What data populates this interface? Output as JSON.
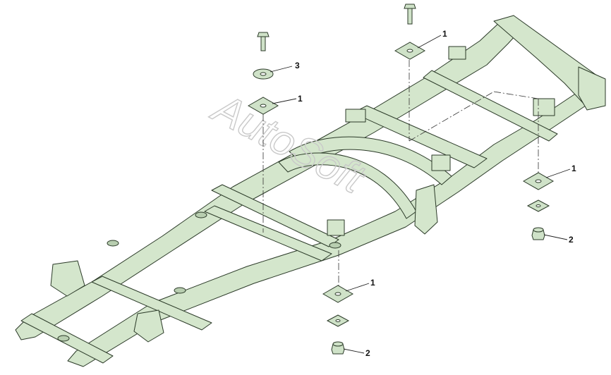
{
  "diagram": {
    "watermark_text": "AutoSoft",
    "colors": {
      "frame_fill": "#d4e6cc",
      "frame_stroke": "#2b3a28",
      "part_fill": "#cfe2c8",
      "leader": "#222222",
      "centerline": "#333333"
    },
    "callouts": [
      {
        "id": "c1",
        "label": "1"
      },
      {
        "id": "c2",
        "label": "3"
      },
      {
        "id": "c3",
        "label": "1"
      },
      {
        "id": "c4",
        "label": "1"
      },
      {
        "id": "c5",
        "label": "2"
      },
      {
        "id": "c6",
        "label": "1"
      },
      {
        "id": "c7",
        "label": "2"
      }
    ]
  }
}
